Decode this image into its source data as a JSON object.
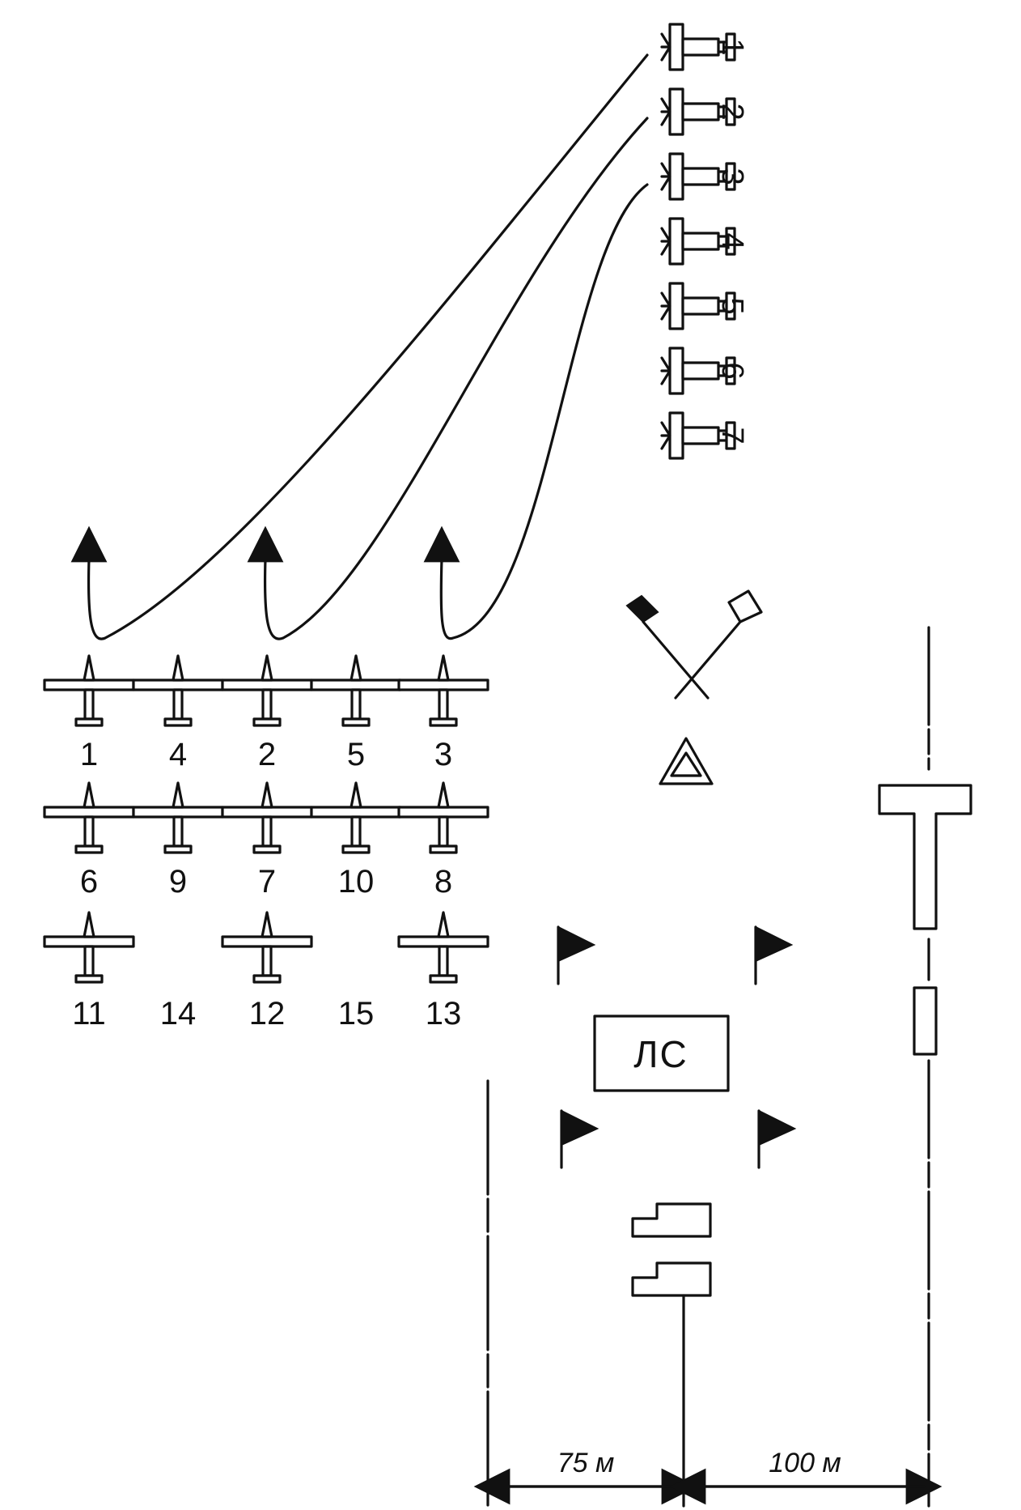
{
  "gliders": [
    {
      "label": "1",
      "x": 1
    },
    {
      "label": "4",
      "x": 2
    },
    {
      "label": "2",
      "x": 3
    },
    {
      "label": "5",
      "x": 4
    },
    {
      "label": "3",
      "x": 5
    },
    {
      "label": "6",
      "x": 1
    },
    {
      "label": "9",
      "x": 2
    },
    {
      "label": "7",
      "x": 3
    },
    {
      "label": "10",
      "x": 4
    },
    {
      "label": "8",
      "x": 5
    },
    {
      "label": "11",
      "x": 1
    },
    {
      "label": "14",
      "x": 2
    },
    {
      "label": "12",
      "x": 3
    },
    {
      "label": "15",
      "x": 4
    },
    {
      "label": "13",
      "x": 5
    }
  ],
  "tow_planes": [
    "1",
    "2",
    "3",
    "4",
    "5",
    "6",
    "7"
  ],
  "launch_box_label": "ЛС",
  "dimensions": {
    "left": "75 м",
    "right": "100 м"
  },
  "icons": [
    "glider-icon",
    "biplane-icon",
    "crossed-flags-icon",
    "triangle-marker-icon",
    "flag-icon",
    "landing-t-icon",
    "vehicle-icon"
  ],
  "colors": {
    "ink": "#111111",
    "paper": "#ffffff"
  }
}
